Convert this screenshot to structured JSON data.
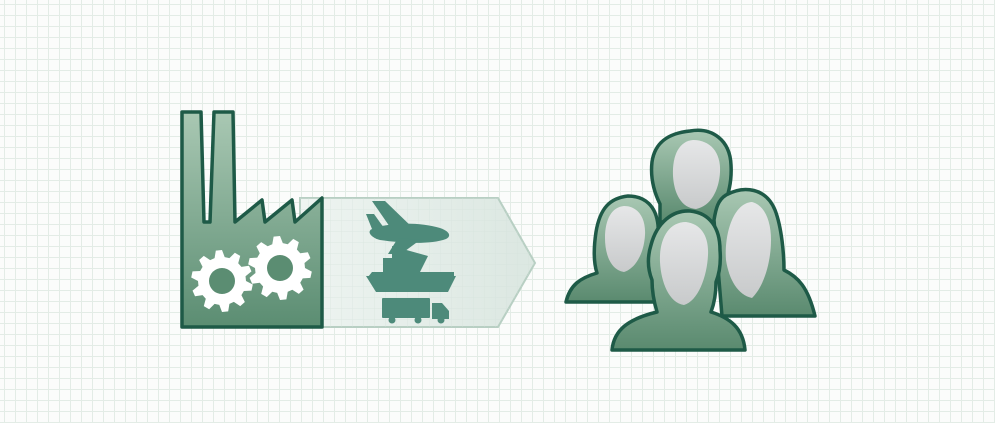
{
  "diagram": {
    "nodes": [
      {
        "id": "factory",
        "icon": "factory-icon"
      },
      {
        "id": "shipping",
        "icon": "shipping-arrow-icon",
        "modes": [
          "airplane-icon",
          "ship-icon",
          "truck-icon"
        ]
      },
      {
        "id": "customers",
        "icon": "people-group-icon"
      }
    ],
    "flow": [
      "factory",
      "shipping",
      "customers"
    ]
  },
  "colors": {
    "outline": "#1e5a47",
    "fill_dark": "#5b8d72",
    "fill_light": "#a9c8b3",
    "face": "#d9dbdc",
    "gear": "#ffffff",
    "transport_icon": "#4d8a7a",
    "arrow_fill": "#e6eeea",
    "grid": "#e3ece6"
  }
}
